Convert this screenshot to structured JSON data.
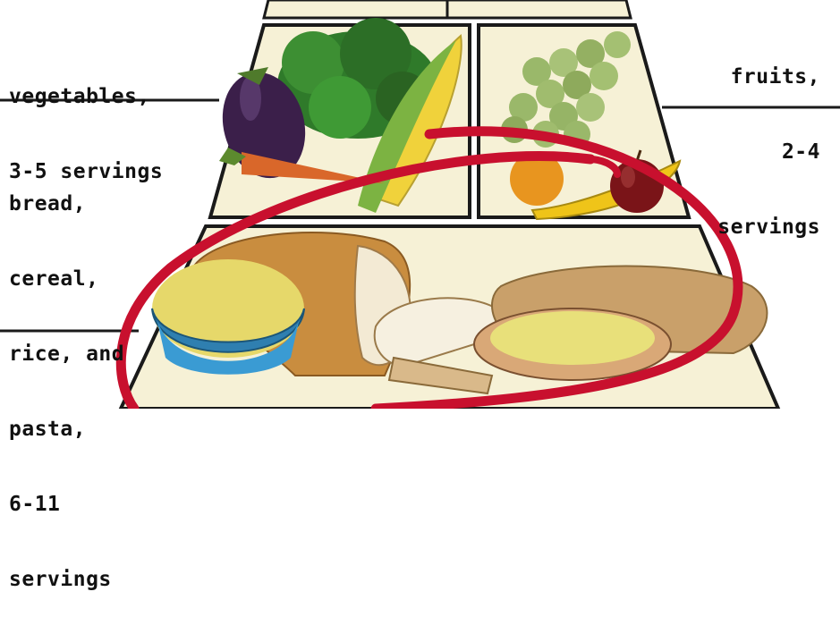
{
  "labels": {
    "vegetables": {
      "line1": "vegetables,",
      "line2": "3-5 servings"
    },
    "fruits": {
      "line1": "fruits,",
      "line2": "2-4",
      "line3": "servings"
    },
    "bread": {
      "line1": "bread,",
      "line2": "cereal,",
      "line3": "rice, and",
      "line4": "pasta,",
      "line5": "6-11",
      "line6": "servings"
    }
  },
  "colors": {
    "pyramid_fill": "#f6f1d6",
    "pyramid_outline": "#1a1a1a",
    "highlight_ellipse": "#c8102e"
  },
  "icons": [
    "eggplant-icon",
    "broccoli-icon",
    "corn-icon",
    "carrot-icon",
    "grapes-icon",
    "apple-icon",
    "banana-icon",
    "orange-icon",
    "bread-loaf-icon",
    "pasta-bowl-icon",
    "bread-slice-icon",
    "rice-plate-icon",
    "baguette-icon"
  ]
}
